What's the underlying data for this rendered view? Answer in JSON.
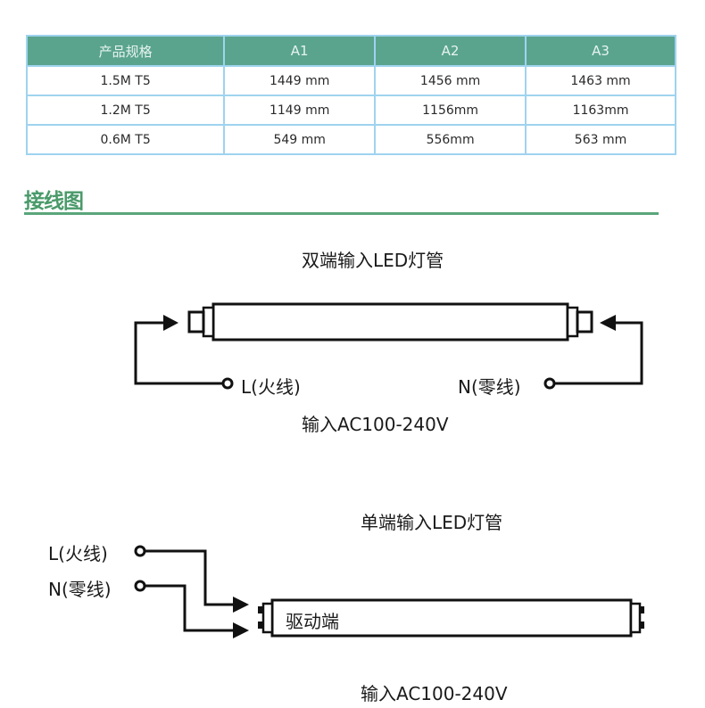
{
  "spec_table": {
    "headers": [
      "产品规格",
      "A1",
      "A2",
      "A3"
    ],
    "rows": [
      [
        "1.5M T5",
        "1449 mm",
        "1456 mm",
        "1463 mm"
      ],
      [
        "1.2M T5",
        "1149 mm",
        "1156mm",
        "1163mm"
      ],
      [
        "0.6M T5",
        "549 mm",
        "556mm",
        "563 mm"
      ]
    ],
    "header_color": "#5aa48e",
    "border_color": "#9fd3ef"
  },
  "section": {
    "title": "接线图",
    "accent_color": "#5aa57a"
  },
  "double_end": {
    "title": "双端输入LED灯管",
    "live_label": "L(火线)",
    "neutral_label": "N(零线)",
    "input_label": "输入AC100-240V"
  },
  "single_end": {
    "title": "单端输入LED灯管",
    "live_label": "L(火线)",
    "neutral_label": "N(零线)",
    "driver_label": "驱动端",
    "input_label": "输入AC100-240V"
  }
}
